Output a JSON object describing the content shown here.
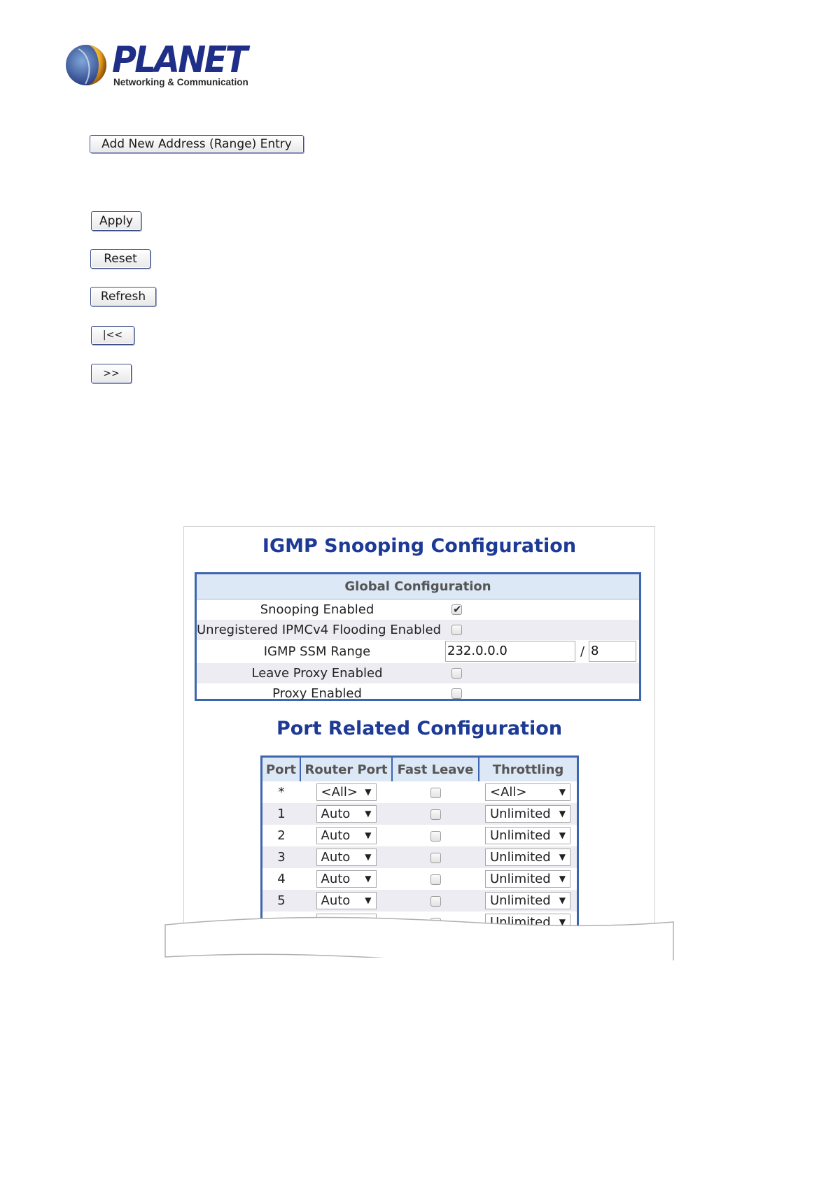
{
  "logo": {
    "name": "PLANET",
    "tagline": "Networking & Communication"
  },
  "buttons": {
    "add_entry": "Add New Address (Range) Entry",
    "apply": "Apply",
    "reset": "Reset",
    "refresh": "Refresh",
    "first_page": "|<<",
    "next_page": ">>"
  },
  "igmp": {
    "title": "IGMP Snooping Configuration",
    "global": {
      "header": "Global Configuration",
      "rows": [
        {
          "label": "Snooping Enabled",
          "checked": true
        },
        {
          "label": "Unregistered IPMCv4 Flooding Enabled",
          "checked": false
        },
        {
          "label": "IGMP SSM Range",
          "ip": "232.0.0.0",
          "separator": "/",
          "mask": "8"
        },
        {
          "label": "Leave Proxy Enabled",
          "checked": false
        },
        {
          "label": "Proxy Enabled",
          "checked": false
        }
      ]
    },
    "port_title": "Port Related Configuration",
    "port_table": {
      "headers": [
        "Port",
        "Router Port",
        "Fast Leave",
        "Throttling"
      ],
      "rows": [
        {
          "port": "*",
          "router": "<All>",
          "throttle": "<All>"
        },
        {
          "port": "1",
          "router": "Auto",
          "throttle": "Unlimited"
        },
        {
          "port": "2",
          "router": "Auto",
          "throttle": "Unlimited"
        },
        {
          "port": "3",
          "router": "Auto",
          "throttle": "Unlimited"
        },
        {
          "port": "4",
          "router": "Auto",
          "throttle": "Unlimited"
        },
        {
          "port": "5",
          "router": "Auto",
          "throttle": "Unlimited"
        },
        {
          "port": "",
          "router": "",
          "throttle": "Unlimited"
        }
      ]
    }
  }
}
